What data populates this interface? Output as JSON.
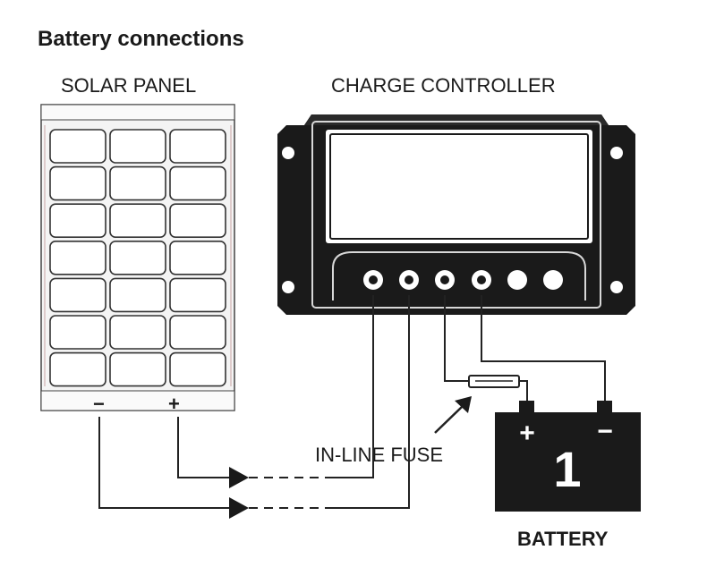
{
  "title": "Battery connections",
  "solar_panel": {
    "label": "SOLAR PANEL",
    "negative_symbol": "−",
    "positive_symbol": "+"
  },
  "charge_controller": {
    "label": "CHARGE CONTROLLER"
  },
  "fuse": {
    "label": "IN-LINE FUSE"
  },
  "battery": {
    "label": "BATTERY",
    "number": "1",
    "positive_symbol": "+",
    "negative_symbol": "−"
  },
  "colors": {
    "ink": "#1a1a1a",
    "panel_frame": "#f4f4f4",
    "panel_cells": "#ffffff",
    "controller_body": "#1a1a1a",
    "battery_body": "#1a1a1a"
  }
}
